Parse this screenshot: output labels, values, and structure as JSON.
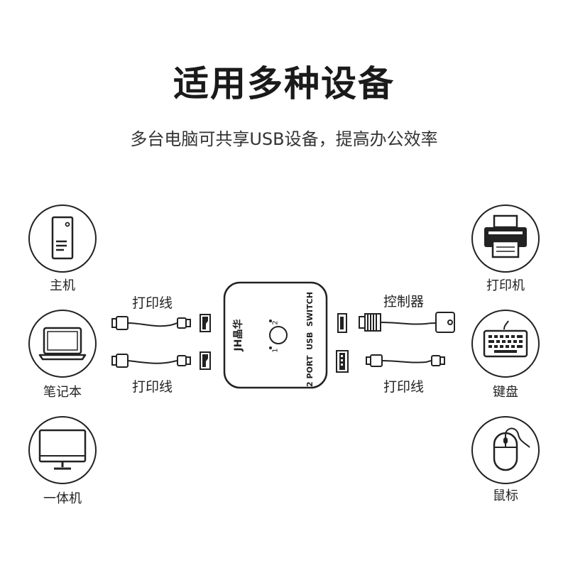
{
  "header": {
    "title": "适用多种设备",
    "subtitle": "多台电脑可共享USB设备，提高办公效率"
  },
  "left_devices": [
    {
      "label": "主机",
      "icon": "desktop-tower-icon"
    },
    {
      "label": "笔记本",
      "icon": "laptop-icon"
    },
    {
      "label": "一体机",
      "icon": "monitor-icon"
    }
  ],
  "right_devices": [
    {
      "label": "打印机",
      "icon": "printer-icon"
    },
    {
      "label": "键盘",
      "icon": "keyboard-icon"
    },
    {
      "label": "鼠标",
      "icon": "mouse-icon"
    }
  ],
  "cables": {
    "left_top": "打印线",
    "left_bottom": "打印线",
    "right_top": "控制器",
    "right_bottom": "打印线"
  },
  "switch": {
    "brand": "JH晶华",
    "model_line1": "2 PORT  USB  SWITCH",
    "port_1": "1",
    "port_2": "2"
  }
}
